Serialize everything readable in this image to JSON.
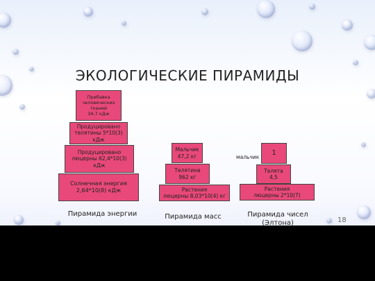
{
  "title": "ЭКОЛОГИЧЕСКИЕ ПИРАМИДЫ",
  "page_number": "18",
  "energy_pyramid": {
    "caption": "Пирамида энергии",
    "levels": [
      {
        "lines": [
          "Прибавка",
          "человеческих",
          "тканей",
          "34,7 кДж"
        ]
      },
      {
        "lines": [
          "Продуцировано",
          "телятины 5*10(3)",
          "кДж"
        ]
      },
      {
        "lines": [
          "Продуцировано",
          "люцерны 62,4*10(3)",
          "кДж"
        ]
      },
      {
        "lines": [
          "Солнечная энергия",
          "2,64*10(8) кДж"
        ]
      }
    ]
  },
  "mass_pyramid": {
    "caption": "Пирамида масс",
    "levels": [
      {
        "lines": [
          "Мальчик",
          "47,2 кг"
        ]
      },
      {
        "lines": [
          "Телятина",
          "962 кг"
        ]
      },
      {
        "lines": [
          "Растения",
          "люцерны 8,03*10(4) кг"
        ]
      }
    ]
  },
  "numbers_pyramid": {
    "caption": "Пирамида чисел",
    "caption_sub": "(Элтона)",
    "side_label": "мальчик",
    "levels": [
      {
        "lines": [
          "1"
        ]
      },
      {
        "lines": [
          "Телята",
          "4,5"
        ]
      },
      {
        "lines": [
          "Растения",
          "люцерны 2*10(7)"
        ]
      }
    ]
  },
  "colors": {
    "block_fill": "#e8497a",
    "block_border": "#444444",
    "slide_background": "#eef2fb"
  }
}
